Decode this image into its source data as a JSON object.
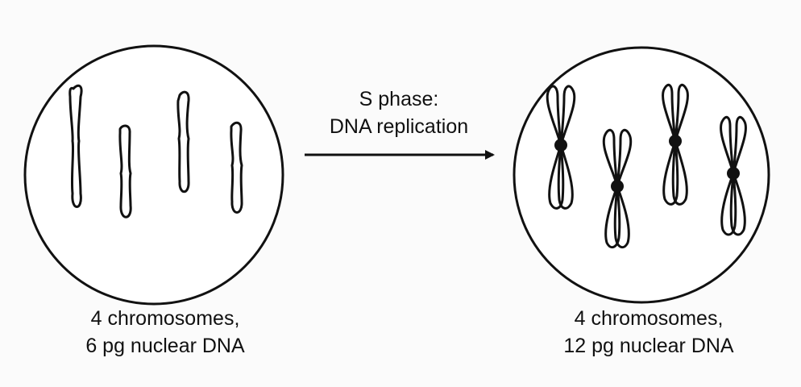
{
  "arrow": {
    "line1": "S phase:",
    "line2": "DNA replication"
  },
  "before": {
    "caption_line1": "4 chromosomes,",
    "caption_line2": "6 pg nuclear DNA"
  },
  "after": {
    "caption_line1": "4 chromosomes,",
    "caption_line2": "12 pg nuclear DNA"
  },
  "colors": {
    "stroke": "#111111",
    "background": "#fbfbfb",
    "cell_fill": "#ffffff"
  }
}
